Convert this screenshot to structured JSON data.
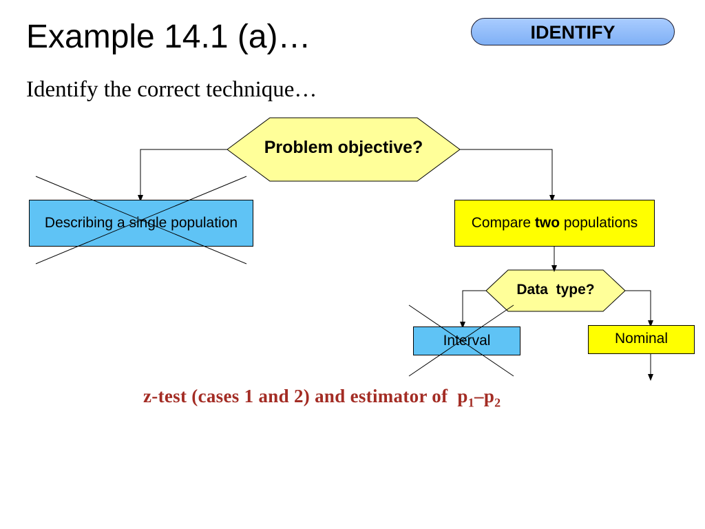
{
  "slide": {
    "title": "Example 14.1 (a)…",
    "badge": "IDENTIFY",
    "subtitle": "Identify the correct technique…"
  },
  "diagram": {
    "problem_node": "Problem objective?",
    "single_population": "Describing a single population",
    "compare": {
      "prefix": "Compare ",
      "emphasis": "two",
      "suffix": " populations"
    },
    "data_type_node": "Data  type?",
    "interval": "Interval",
    "nominal": "Nominal",
    "crossed_out": [
      "Describing a single population",
      "Interval"
    ]
  },
  "conclusion": {
    "text": "z-test (cases 1 and 2) and estimator of",
    "p": "p",
    "sub1": "1",
    "minus": "–",
    "sub2": "2"
  },
  "colors": {
    "blue_box": "#5fc3f5",
    "yellow_box": "#ffff00",
    "hexagon": "#ffff99",
    "badge": "#9dc3ff",
    "conclusion": "#a32c24"
  }
}
